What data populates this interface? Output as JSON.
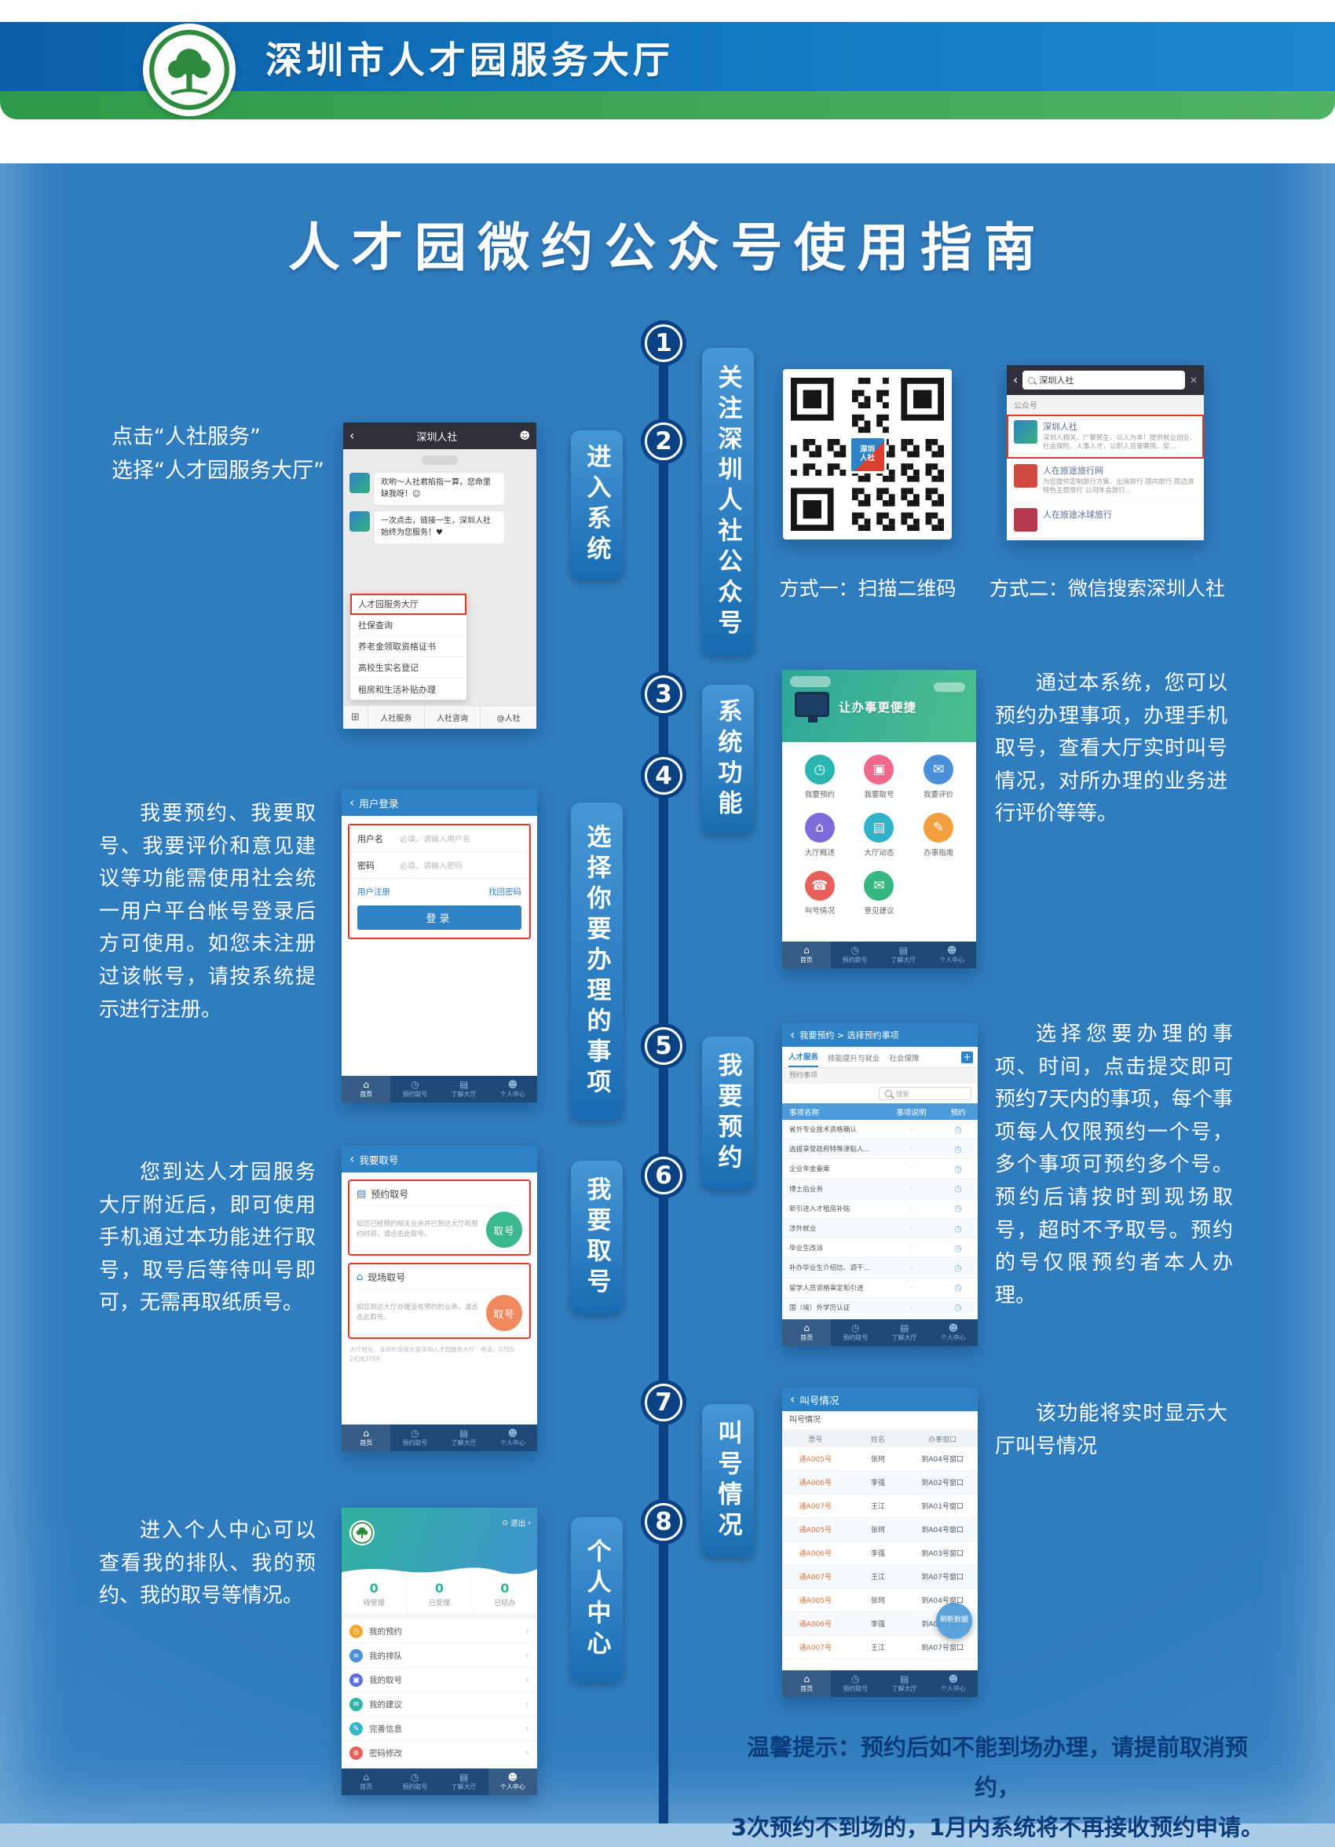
{
  "colors": {
    "brand-blue": "#1170b8",
    "brand-green": "#33a04c",
    "poster-blue": "#2f7cbe",
    "timeline-navy": "#0a4182",
    "step-box-blue-top": "#4597d6",
    "step-box-blue-bottom": "#1a6cb2",
    "highlight-red": "#e0392b",
    "wechat-dark": "#30303a",
    "app-header-blue": "#2e82c6",
    "nav-navy": "#1d4a78",
    "green-button": "#3cb88e",
    "orange-button": "#f08a5e",
    "tip-navy": "#0b3b79"
  },
  "header": {
    "org_title": "深圳市人才园服务大厅"
  },
  "main_title": "人才园微约公众号使用指南",
  "steps": [
    {
      "num": "1",
      "label": "关注深圳人社公众号"
    },
    {
      "num": "2",
      "label": "进入系统"
    },
    {
      "num": "3",
      "label": "系统功能"
    },
    {
      "num": "4",
      "label": "选择你要办理的事项"
    },
    {
      "num": "5",
      "label": "我要预约"
    },
    {
      "num": "6",
      "label": "我要取号"
    },
    {
      "num": "7",
      "label": "叫号情况"
    },
    {
      "num": "8",
      "label": "个人中心"
    }
  ],
  "notes": {
    "step2": "点击“人社服务”\n选择“人才园服务大厅”",
    "qr_caption": "方式一：扫描二维码",
    "search_caption": "方式二：微信搜索深圳人社",
    "step3": "通过本系统，您可以预约办理事项，办理手机取号，查看大厅实时叫号情况，对所办理的业务进行评价等等。",
    "step4": "我要预约、我要取号、我要评价和意见建议等功能需使用社会统一用户平台帐号登录后方可使用。如您未注册过该帐号，请按系统提示进行注册。",
    "step5": "选择您要办理的事项、时间，点击提交即可预约7天内的事项，每个事项每人仅限预约一个号，多个事项可预约多个号。预约后请按时到现场取号，超时不予取号。预约的号仅限预约者本人办理。",
    "step6": "您到达人才园服务大厅附近后，即可使用手机通过本功能进行取号，取号后等待叫号即可，无需再取纸质号。",
    "step7": "该功能将实时显示大厅叫号情况",
    "step8": "进入个人中心可以查看我的排队、我的预约、我的取号等情况。",
    "footer_line1": "温馨提示：预约后如不能到场办理，请提前取消预约，",
    "footer_line2": "3次预约不到场的，1月内系统将不再接收预约申请。"
  },
  "qr": {
    "center_label": "深圳\n人社"
  },
  "wechat_chat": {
    "title": "深圳人社",
    "messages": [
      "欢哟～人社君掐指一算，您命里缺我呀！☺",
      "一次点击，链接一生，深圳人社始终为您服务！♥"
    ],
    "menu_items": [
      {
        "label": "人才园服务大厅",
        "highlight": true
      },
      {
        "label": "社保查询"
      },
      {
        "label": "养老金领取资格证书"
      },
      {
        "label": "高校生实名登记"
      },
      {
        "label": "租房和生活补贴办理"
      }
    ],
    "tabs": [
      "人社服务",
      "人社咨询",
      "@人社"
    ]
  },
  "wechat_search": {
    "query": "深圳人社",
    "section_label": "公众号",
    "results": [
      {
        "name": "深圳人社",
        "desc": "深圳人相关、广聚民生、以人为本！提供就业创业、社会保险、人事人才、公职人员录聘用、奖…",
        "highlight": true,
        "avatar": "linear-gradient(135deg,#2e82c6,#39b27e)"
      },
      {
        "name": "人在旅途旅行网",
        "desc": "为您提供定制旅行方案、出境旅行 国内旅行 周边游 特色主题旅行 公司年会旅行…",
        "avatar": "#d24b42"
      },
      {
        "name": "人在旅途冰球旅行",
        "desc": "",
        "avatar": "#b63a4e"
      }
    ]
  },
  "app_nav": {
    "items": [
      {
        "glyph": "⌂",
        "label": "首页",
        "active": true
      },
      {
        "glyph": "◷",
        "label": "预约取号"
      },
      {
        "glyph": "▤",
        "label": "了解大厅"
      },
      {
        "glyph": "☻",
        "label": "个人中心"
      }
    ]
  },
  "app_home": {
    "banner_title": "让办事更便捷",
    "grid": [
      {
        "label": "我要预约",
        "glyph": "◷",
        "color": "#2ab5ae"
      },
      {
        "label": "我要取号",
        "glyph": "▣",
        "color": "#ef6a8a"
      },
      {
        "label": "我要评价",
        "glyph": "✉",
        "color": "#4a90d9"
      },
      {
        "label": "大厅概述",
        "glyph": "⌂",
        "color": "#7e6bd9"
      },
      {
        "label": "大厅动态",
        "glyph": "▤",
        "color": "#2fb3c9"
      },
      {
        "label": "办事指南",
        "glyph": "✎",
        "color": "#f2a03d"
      },
      {
        "label": "叫号情况",
        "glyph": "☎",
        "color": "#e8605a"
      },
      {
        "label": "意见建议",
        "glyph": "✉",
        "color": "#35b77f"
      }
    ]
  },
  "login": {
    "title": "用户登录",
    "username_label": "用户名",
    "username_placeholder": "必填，请输入用户名",
    "password_label": "密码",
    "password_placeholder": "必填，请输入密码",
    "register_link": "用户注册",
    "forgot_link": "找回密码",
    "submit_label": "登录"
  },
  "booking": {
    "title": "我要预约 > 选择预约事项",
    "tabs": [
      {
        "label": "人才服务",
        "active": true
      },
      {
        "label": "技能提升与就业"
      },
      {
        "label": "社会保障"
      }
    ],
    "add_tab": "+",
    "section_label": "预约事项",
    "search_placeholder": "搜索",
    "columns": [
      "事项名称",
      "事项说明",
      "预约"
    ],
    "items": [
      "省外专业技术资格确认",
      "选拔享受政府特殊津贴人…",
      "企业年金备案",
      "博士后业务",
      "新引进人才租房补贴",
      "涉外就业",
      "毕业生改派",
      "补办毕业生介绍信、调干…",
      "留学人员资格审定和引进",
      "国（境）外学历认证"
    ]
  },
  "ticket": {
    "title": "我要取号",
    "reserved": {
      "name": "预约取号",
      "desc": "如您已经预约相关业务并已到达大厅和预约时间，请点击此取号。",
      "button": "取号"
    },
    "onsite": {
      "name": "现场取号",
      "desc": "如您到达大厅办理没有预约的业务，请点击此取号。",
      "button": "取号"
    },
    "address": "大厅地址：深圳市深南大道深圳人才园服务大厅　电话：0755-24563789"
  },
  "queue": {
    "title": "叫号情况",
    "section_label": "叫号情况",
    "columns": [
      "票号",
      "姓名",
      "办事窗口"
    ],
    "rows": [
      {
        "ticket": "通A005号",
        "name": "张珂",
        "window": "到A04号窗口"
      },
      {
        "ticket": "通A006号",
        "name": "李强",
        "window": "到A02号窗口"
      },
      {
        "ticket": "通A007号",
        "name": "王江",
        "window": "到A01号窗口"
      },
      {
        "ticket": "通A005号",
        "name": "张珂",
        "window": "到A04号窗口"
      },
      {
        "ticket": "通A006号",
        "name": "李强",
        "window": "到A03号窗口"
      },
      {
        "ticket": "通A007号",
        "name": "王江",
        "window": "到A07号窗口"
      },
      {
        "ticket": "通A005号",
        "name": "张珂",
        "window": "到A04号窗口"
      },
      {
        "ticket": "通A006号",
        "name": "李强",
        "window": "到A02号窗口"
      },
      {
        "ticket": "通A007号",
        "name": "王江",
        "window": "到A07号窗口"
      }
    ],
    "refresh_label": "刷新数据"
  },
  "profile": {
    "logout_label": "退出",
    "stats": [
      {
        "value": "0",
        "label": "待受理"
      },
      {
        "value": "0",
        "label": "已受理"
      },
      {
        "value": "0",
        "label": "已结办"
      }
    ],
    "menu": [
      {
        "label": "我的预约",
        "glyph": "◷",
        "color": "#f5a623"
      },
      {
        "label": "我的排队",
        "glyph": "≡",
        "color": "#4a90d9"
      },
      {
        "label": "我的取号",
        "glyph": "▣",
        "color": "#5b6ee1"
      },
      {
        "label": "我的建议",
        "glyph": "✉",
        "color": "#2fb3a9"
      },
      {
        "label": "完善信息",
        "glyph": "✎",
        "color": "#35b7c9"
      },
      {
        "label": "密码修改",
        "glyph": "⊕",
        "color": "#e8605a"
      }
    ],
    "nav": [
      {
        "glyph": "⌂",
        "label": "首页"
      },
      {
        "glyph": "◷",
        "label": "预约取号"
      },
      {
        "glyph": "▤",
        "label": "了解大厅"
      },
      {
        "glyph": "☻",
        "label": "个人中心",
        "active": true
      }
    ]
  }
}
